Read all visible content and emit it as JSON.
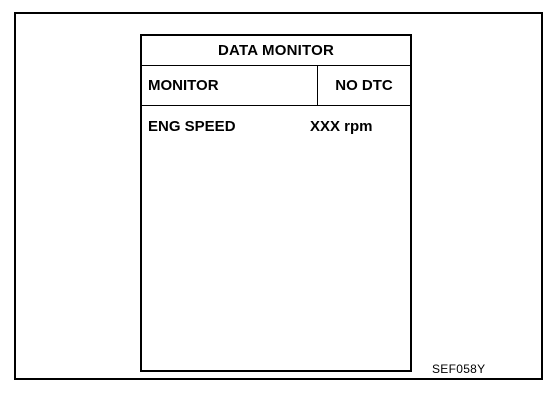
{
  "screen": {
    "title": "DATA MONITOR",
    "header": {
      "monitor_label": "MONITOR",
      "status": "NO DTC"
    },
    "rows": [
      {
        "label": "ENG SPEED",
        "value": "XXX rpm"
      }
    ]
  },
  "figure_code": "SEF058Y"
}
